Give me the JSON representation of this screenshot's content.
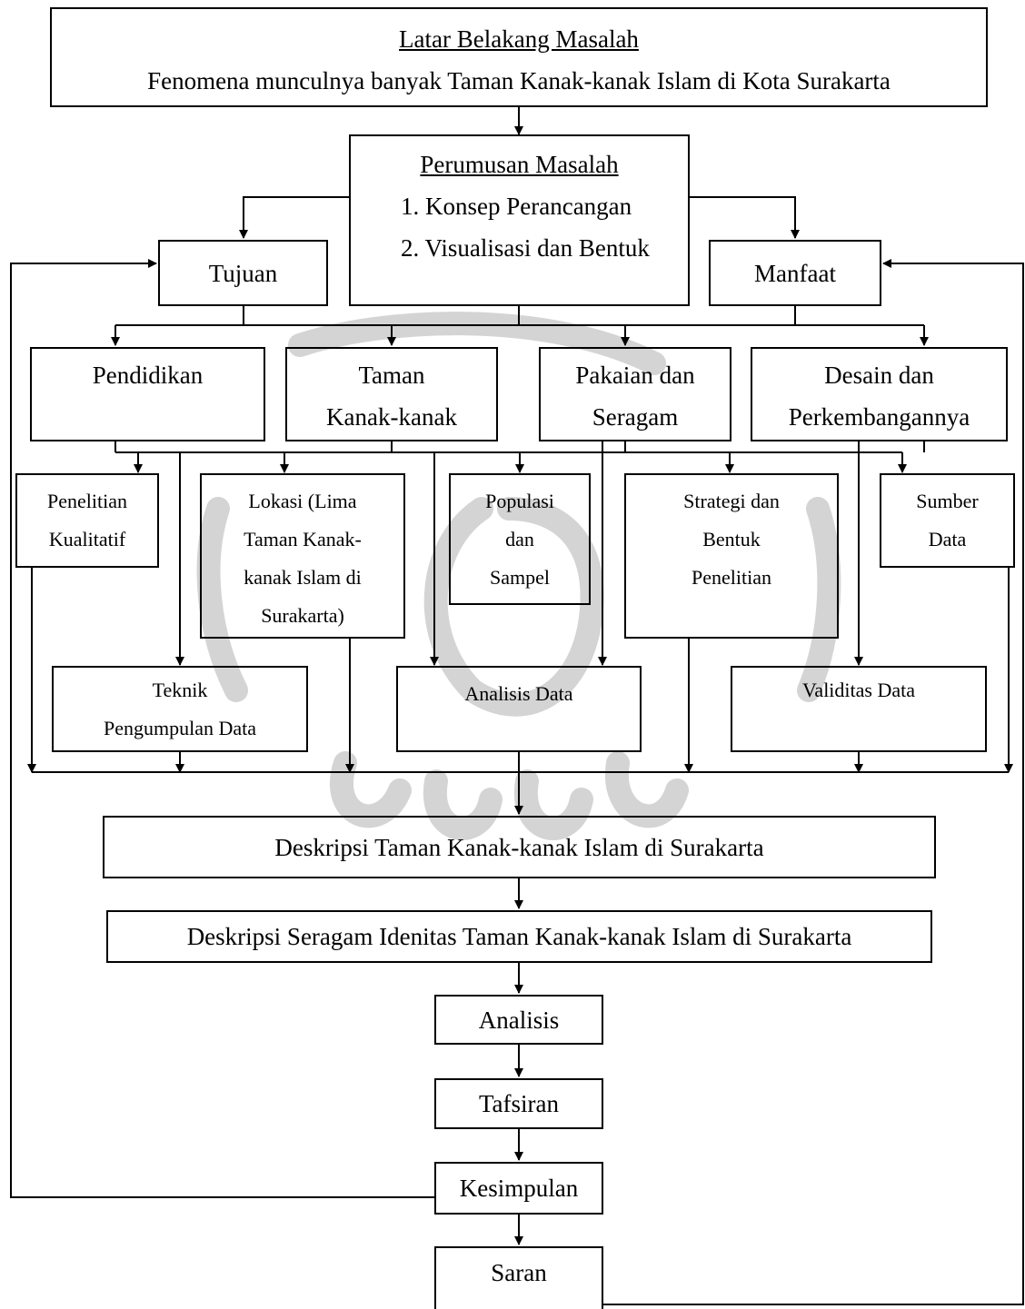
{
  "latar": {
    "title": "Latar Belakang Masalah",
    "text": "Fenomena munculnya banyak Taman Kanak-kanak Islam di Kota Surakarta"
  },
  "perumusan": {
    "title": "Perumusan Masalah",
    "items": [
      "1.   Konsep Perancangan",
      "2.   Visualisasi dan Bentuk"
    ]
  },
  "tujuan": "Tujuan",
  "manfaat": "Manfaat",
  "topics": {
    "pendidikan": "Pendidikan",
    "tk_line1": "Taman",
    "tk_line2": "Kanak-kanak",
    "pakaian_line1": "Pakaian dan",
    "pakaian_line2": "Seragam",
    "desain_line1": "Desain dan",
    "desain_line2": "Perkembangannya"
  },
  "methods": {
    "kualitatif_line1": "Penelitian",
    "kualitatif_line2": "Kualitatif",
    "lokasi_lines": [
      "Lokasi (Lima",
      "Taman Kanak-",
      "kanak Islam di",
      "Surakarta)"
    ],
    "populasi_lines": [
      "Populasi",
      "dan",
      "Sampel"
    ],
    "strategi_lines": [
      "Strategi dan",
      "Bentuk",
      "Penelitian"
    ],
    "sumber_line1": "Sumber",
    "sumber_line2": "Data",
    "teknik_line1": "Teknik",
    "teknik_line2": "Pengumpulan Data",
    "analisis_data": "Analisis Data",
    "validitas": "Validitas Data"
  },
  "deskripsi_tk": "Deskripsi Taman Kanak-kanak Islam di Surakarta",
  "deskripsi_seragam": "Deskripsi Seragam Idenitas Taman Kanak-kanak Islam di Surakarta",
  "analisis": "Analisis",
  "tafsiran": "Tafsiran",
  "kesimpulan": "Kesimpulan",
  "saran": "Saran",
  "colors": {
    "line": "#000000",
    "watermark": "#cfcfcf"
  }
}
